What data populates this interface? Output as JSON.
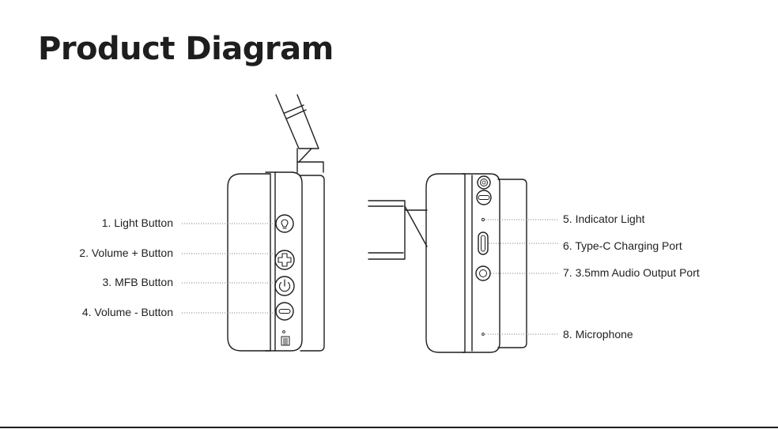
{
  "title": "Product Diagram",
  "left_labels": [
    {
      "label": "1. Light Button"
    },
    {
      "label": "2. Volume + Button"
    },
    {
      "label": "3. MFB Button"
    },
    {
      "label": "4. Volume - Button"
    }
  ],
  "right_labels": [
    {
      "label": "5. Indicator Light"
    },
    {
      "label": "6. Type-C Charging Port"
    },
    {
      "label": "7. 3.5mm Audio Output Port"
    },
    {
      "label": "8. Microphone"
    }
  ],
  "colors": {
    "ink": "#1e1e1e",
    "leader": "#888888",
    "background": "#ffffff"
  }
}
